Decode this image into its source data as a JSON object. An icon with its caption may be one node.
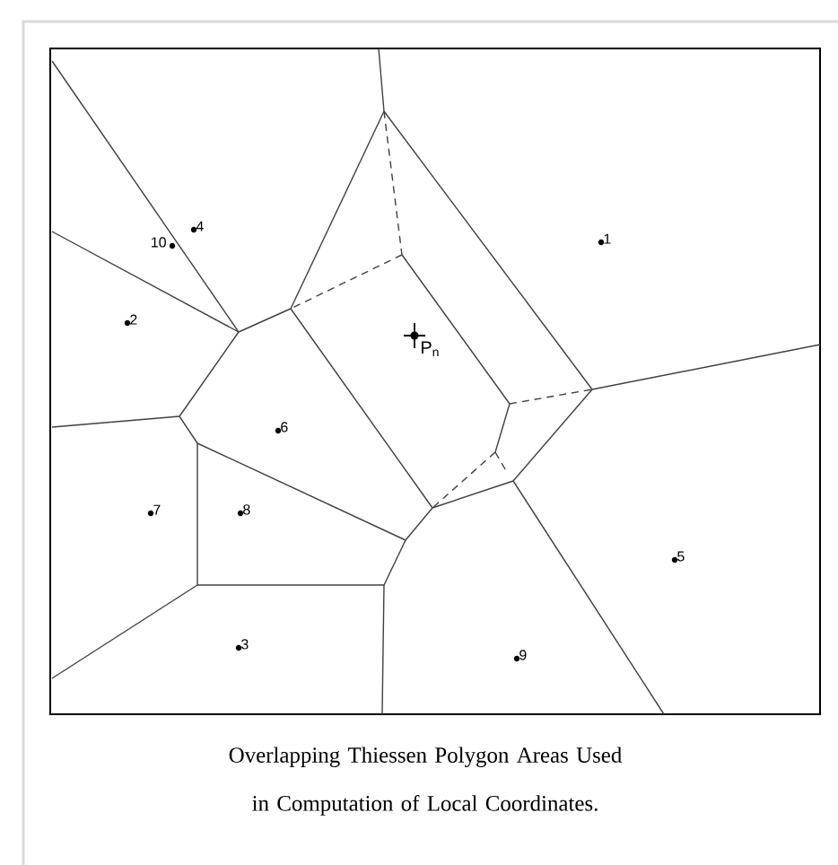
{
  "diagram": {
    "caption": "Overlapping Thiessen Polygon Areas Used in Computation of Local Coordinates.",
    "labels": [
      "4",
      "1",
      "10",
      "2",
      "P$_{n}$",
      "6",
      "7",
      "8",
      "5",
      "3",
      "9"
    ]
  }
}
